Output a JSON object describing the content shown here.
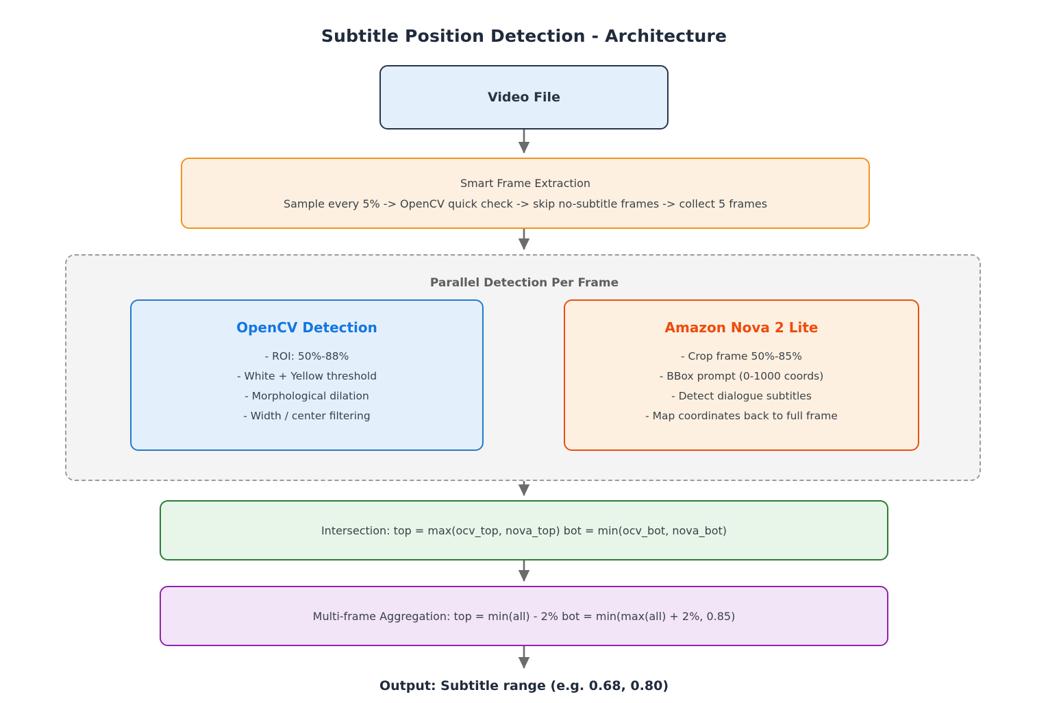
{
  "title": "Subtitle Position Detection - Architecture",
  "theme": {
    "page_bg": "#ffffff",
    "title_color": "#202b3d",
    "blue_border": "#2878cd",
    "blue_fill": "#e3f0fc",
    "orange_border": "#f4921f",
    "orange_fill": "#fdf0e0",
    "nova_border": "#e8500f",
    "green_border": "#2a7d34",
    "green_fill": "#e8f5e9",
    "purple_border": "#8e24aa",
    "purple_fill": "#f2e5f7",
    "container_bg": "#f4f4f4",
    "container_border": "#9a9a9a",
    "arrow_color": "#6b6b6b",
    "opencv_heading_color": "#1676e0",
    "nova_heading_color": "#ef4b0b"
  },
  "nodes": {
    "video_file": {
      "label": "Video File"
    },
    "frame_extraction": {
      "line1": "Smart Frame Extraction",
      "line2": "Sample every 5% -> OpenCV quick check -> skip no-subtitle frames -> collect 5 frames"
    },
    "parallel_container": {
      "title": "Parallel Detection Per Frame"
    },
    "opencv": {
      "heading": "OpenCV Detection",
      "bullets": [
        "- ROI: 50%-88%",
        "- White + Yellow threshold",
        "- Morphological dilation",
        "- Width / center filtering"
      ]
    },
    "nova": {
      "heading": "Amazon Nova 2 Lite",
      "bullets": [
        "- Crop frame 50%-85%",
        "- BBox prompt (0-1000 coords)",
        "- Detect dialogue subtitles",
        "- Map coordinates back to full frame"
      ]
    },
    "intersection": {
      "line": "Intersection:  top = max(ocv_top, nova_top)     bot = min(ocv_bot, nova_bot)"
    },
    "aggregation": {
      "line": "Multi-frame Aggregation:  top = min(all) - 2%     bot = min(max(all) + 2%, 0.85)"
    },
    "output": {
      "label": "Output: Subtitle range (e.g. 0.68, 0.80)"
    }
  },
  "edges": [
    {
      "name": "video-to-extraction",
      "from": "video_file",
      "to": "frame_extraction"
    },
    {
      "name": "extraction-to-parallel",
      "from": "frame_extraction",
      "to": "parallel_container"
    },
    {
      "name": "parallel-to-intersection",
      "from": "parallel_container",
      "to": "intersection"
    },
    {
      "name": "intersection-to-aggregation",
      "from": "intersection",
      "to": "aggregation"
    },
    {
      "name": "aggregation-to-output",
      "from": "aggregation",
      "to": "output"
    }
  ]
}
